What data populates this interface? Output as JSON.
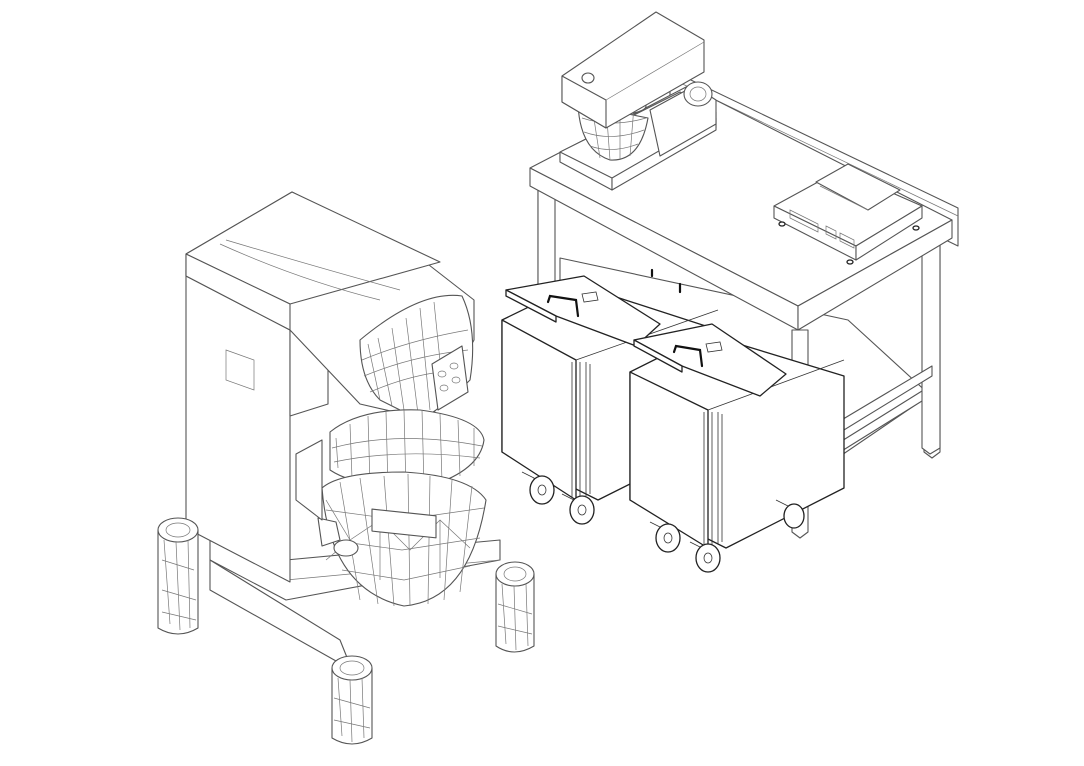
{
  "scene": "commercial-bakery-equipment-isometric-line-drawing",
  "objects": [
    {
      "id": "planetary-mixer",
      "type": "floor-standing planetary mixer with wire bowl guard and four cylindrical feet"
    },
    {
      "id": "work-table",
      "type": "stainless steel work table with lower shelf and backsplash"
    },
    {
      "id": "countertop-mixer",
      "type": "benchtop stand mixer on table"
    },
    {
      "id": "digital-scale",
      "type": "digital weighing scale on table"
    },
    {
      "id": "ingredient-bin-left",
      "type": "mobile ingredient bin with hinged lid and casters"
    },
    {
      "id": "ingredient-bin-right",
      "type": "mobile ingredient bin with hinged lid and casters"
    }
  ],
  "colors": {
    "background": "#ffffff",
    "line": "#555555",
    "bin_line": "#222222"
  }
}
